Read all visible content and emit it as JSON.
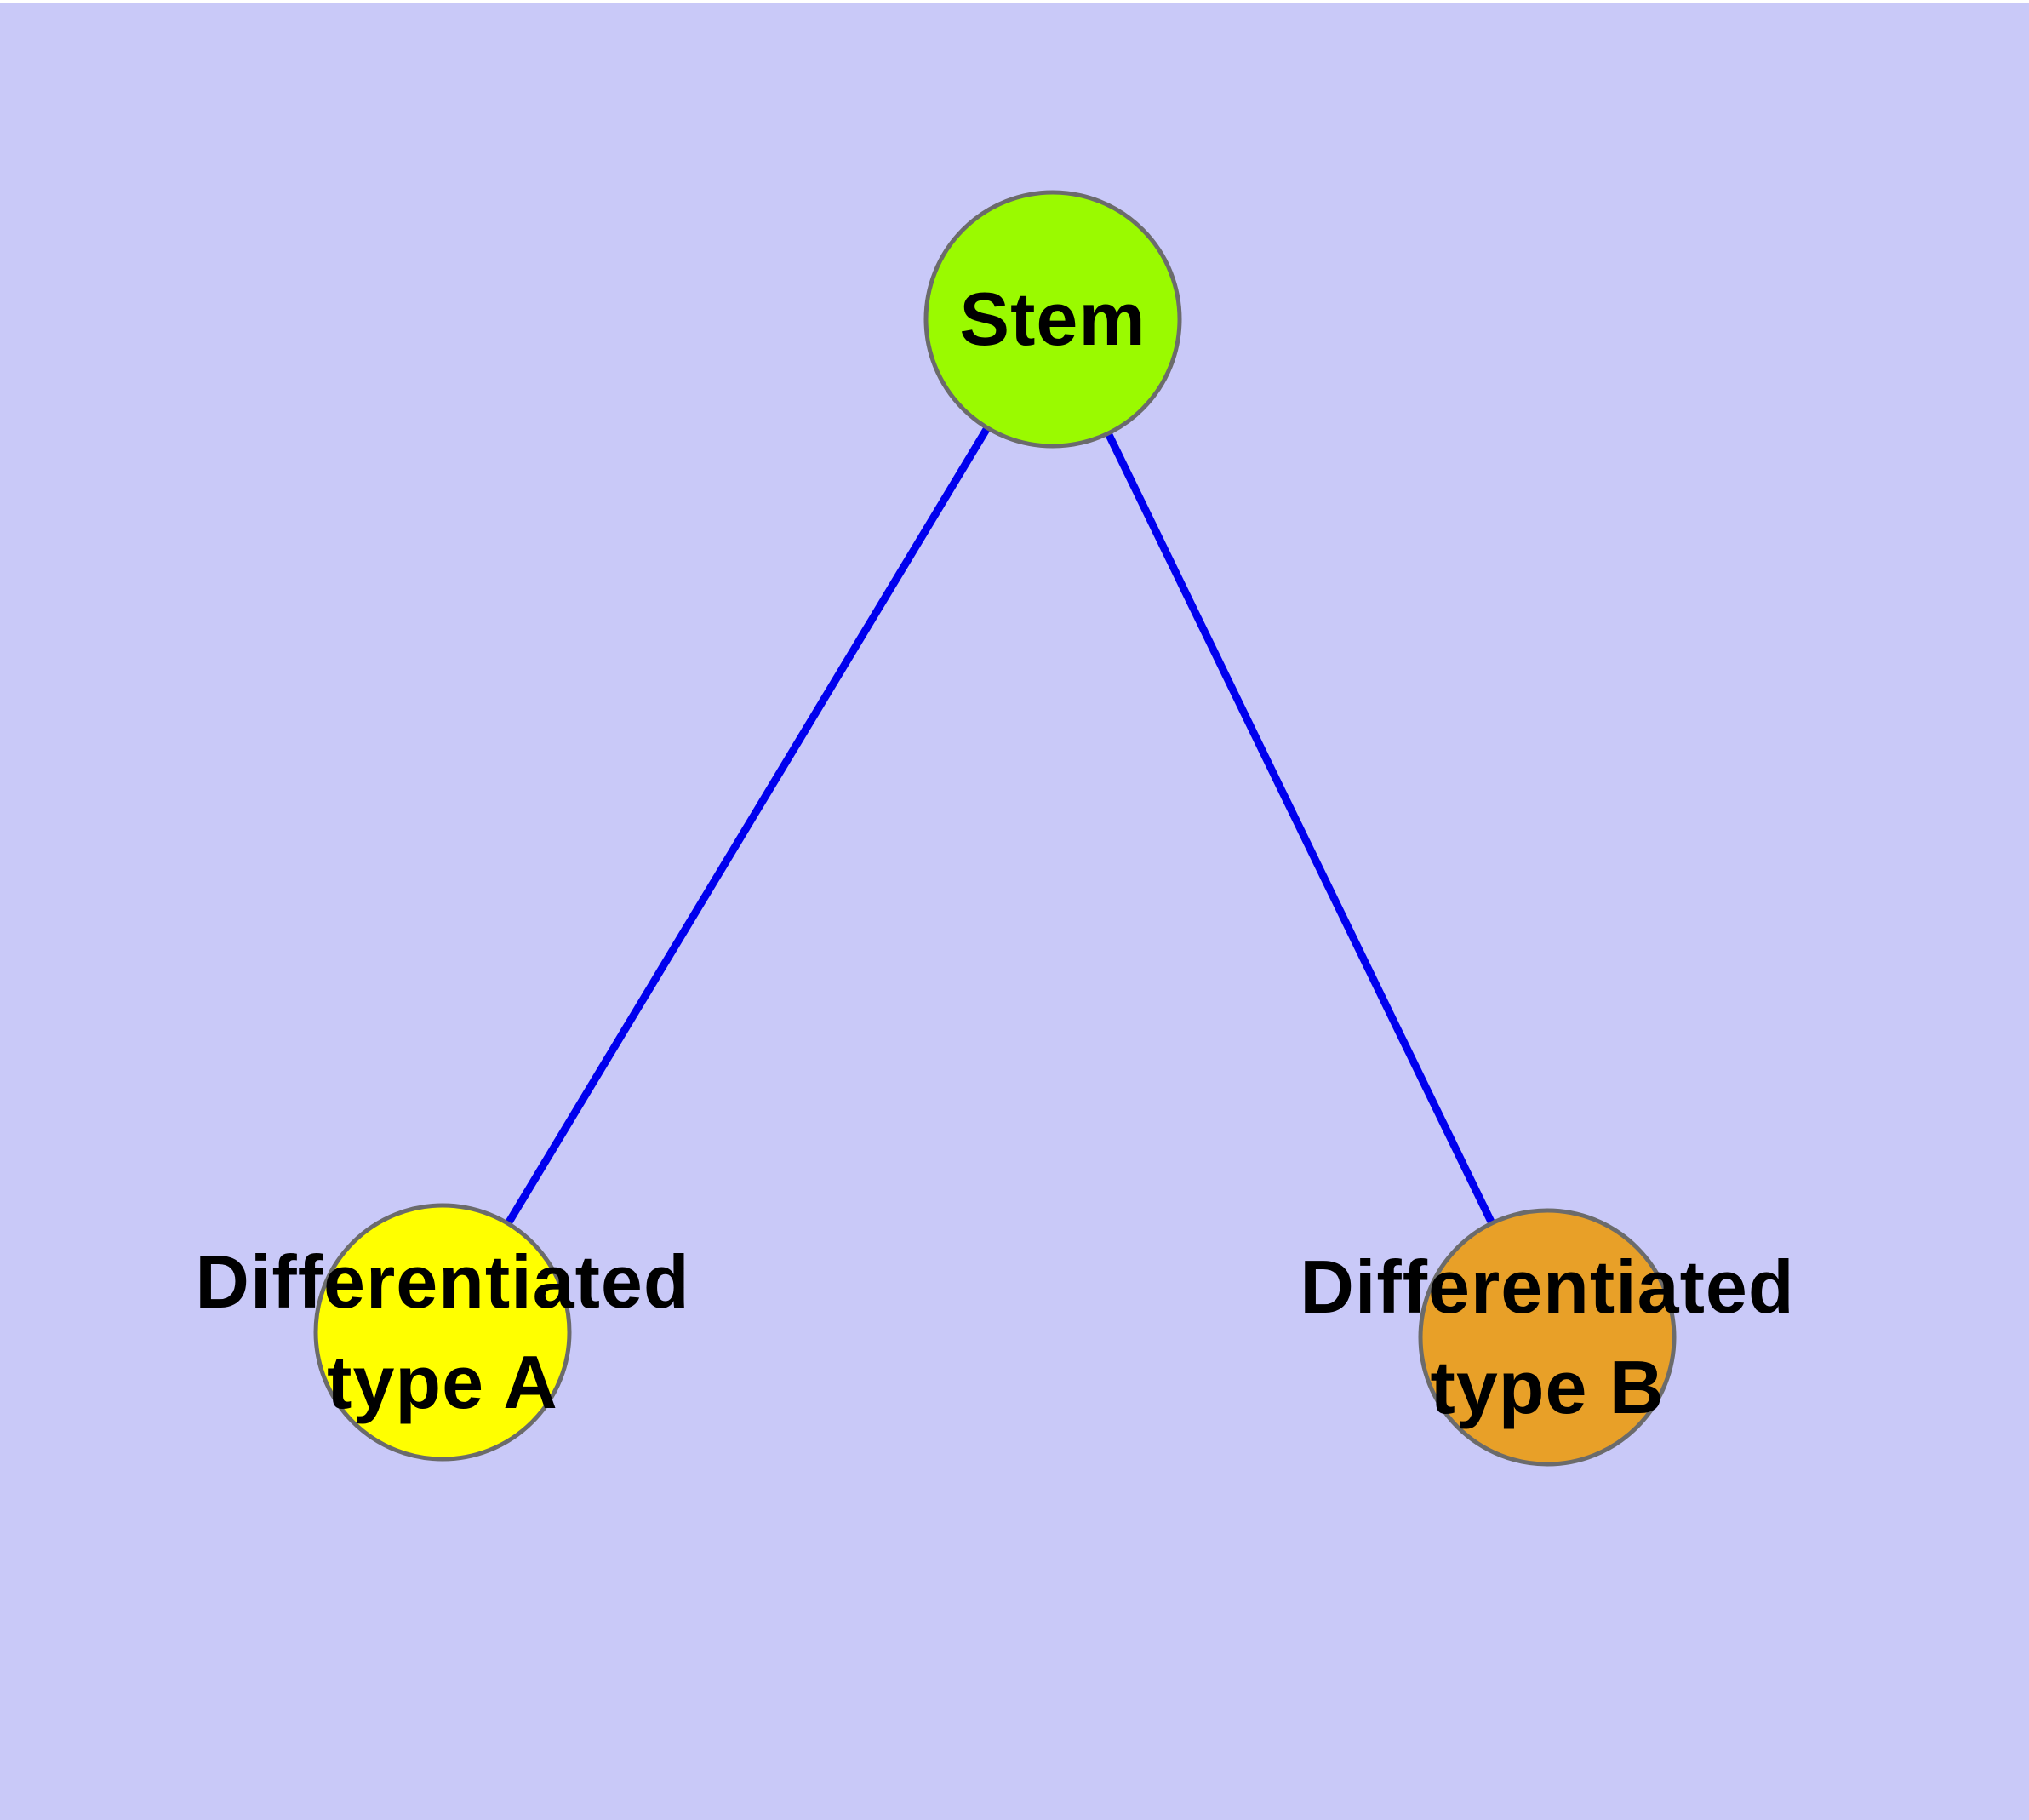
{
  "diagram": {
    "background_color": "#c9c9f8",
    "top_strip_color": "#ffffff",
    "edge_color": "#0000ee",
    "node_border_color": "#6b6b6b",
    "label_color": "#000000",
    "nodes": [
      {
        "id": "stem",
        "label": "Stem",
        "line1": "Stem",
        "line2": "",
        "fill": "#9afa00"
      },
      {
        "id": "differentiated-type-a",
        "label": "Differentiated type A",
        "line1": "Differentiated",
        "line2": "type A",
        "fill": "#ffff00"
      },
      {
        "id": "differentiated-type-b",
        "label": "Differentiated type B",
        "line1": "Differentiated",
        "line2": "type B",
        "fill": "#e8a028"
      }
    ],
    "edges": [
      {
        "from": "Stem",
        "to": "Differentiated type A"
      },
      {
        "from": "Stem",
        "to": "Differentiated type B"
      }
    ]
  }
}
